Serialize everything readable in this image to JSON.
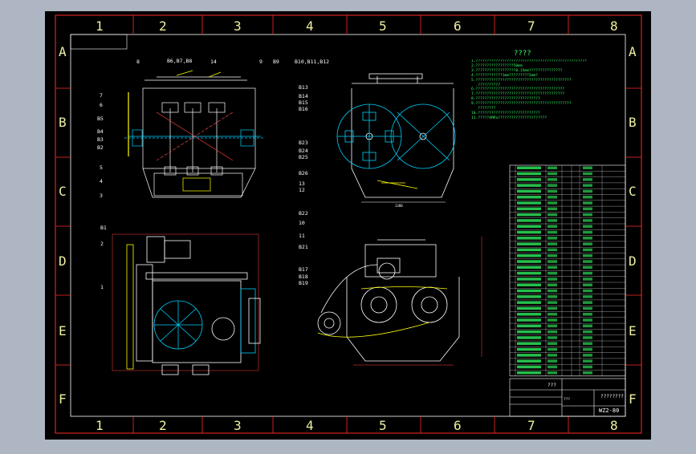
{
  "drawing": {
    "col_numbers": [
      "1",
      "2",
      "3",
      "4",
      "5",
      "6",
      "7",
      "8"
    ],
    "row_letters": [
      "A",
      "B",
      "C",
      "D",
      "E",
      "F"
    ],
    "notes_title": "????",
    "notes": [
      "1.??????????????????????????????????????????????????",
      "2.?????????????????50mm",
      "3.??????????????????0.15mm???????????????",
      "4.????????????1mm?????????2mm?",
      "5.???????????????????????????????????????????",
      "   ??????????",
      "6.????????????????????????????????????????",
      "7.????????????????????????????????????????",
      "8.?????????????????????????????",
      "9.???????????????????????????????????????????",
      "   ????????",
      "10.????????????????????????????",
      "11.?????4MPa??????????????????????"
    ],
    "part_labels_top_left": [
      "8",
      "B6,B7,B8",
      "14",
      "9",
      "B9",
      "B10,B11,B12",
      "7",
      "6",
      "B5",
      "B4",
      "B3",
      "B2",
      "5",
      "4",
      "3"
    ],
    "part_labels_top_right": [
      "B13",
      "B14",
      "B15",
      "B16",
      "B23",
      "B24",
      "B25",
      "B26",
      "13",
      "12"
    ],
    "part_labels_bottom_left": [
      "B1",
      "2",
      "1"
    ],
    "part_labels_bottom_right": [
      "B22",
      "10",
      "11",
      "B21",
      "B17",
      "B18",
      "B19"
    ],
    "title_block": {
      "drawing_number": "WZ2-80",
      "name_cell": "????????",
      "material_cell": "???",
      "unit_cell": "???"
    },
    "bom_row_count": 36
  }
}
